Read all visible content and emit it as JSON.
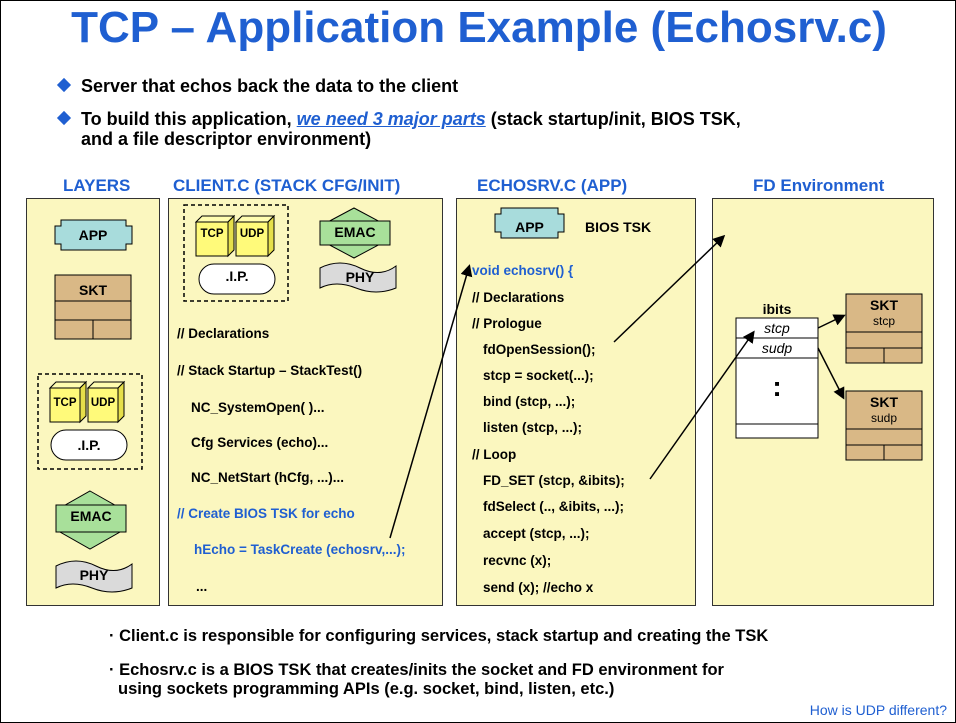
{
  "title": "TCP – Application Example (Echosrv.c)",
  "bullets": [
    {
      "text": "Server that echos back the data to the client"
    },
    {
      "pre": "To build this application, ",
      "link": "we need 3 major parts",
      "post_line1": " (stack startup/init, BIOS TSK,",
      "post_line2": "and a file descriptor environment)"
    }
  ],
  "columns": {
    "layers": "LAYERS",
    "client": "CLIENT.C (STACK CFG/INIT)",
    "echosrv": "ECHOSRV.C (APP)",
    "fd": "FD Environment"
  },
  "layers_panel": {
    "app": "APP",
    "skt": "SKT",
    "tcp": "TCP",
    "udp": "UDP",
    "ip": ".I.P.",
    "emac": "EMAC",
    "phy": "PHY"
  },
  "client_panel": {
    "tcp": "TCP",
    "udp": "UDP",
    "ip": ".I.P.",
    "emac": "EMAC",
    "phy": "PHY",
    "lines": [
      "// Declarations",
      "// Stack Startup – StackTest()",
      "NC_SystemOpen( )...",
      "Cfg Services (echo)...",
      "NC_NetStart (hCfg, ...)...",
      "// Create BIOS TSK for echo",
      "hEcho = TaskCreate (echosrv,...);",
      "..."
    ]
  },
  "echosrv_panel": {
    "app": "APP",
    "bios_tsk": "BIOS TSK",
    "lines": [
      "void echosrv() {",
      "// Declarations",
      "// Prologue",
      "fdOpenSession();",
      "stcp = socket(...);",
      "bind (stcp, ...);",
      "listen (stcp, ...);",
      "// Loop",
      "FD_SET (stcp, &ibits);",
      "fdSelect (.., &ibits, ...);",
      "accept (stcp, ...);",
      "recvnc (x);",
      "send (x); //echo x"
    ]
  },
  "fd_panel": {
    "ibits": "ibits",
    "stcp": "stcp",
    "sudp": "sudp",
    "dots": ":",
    "skt": "SKT",
    "skt1_sub": "stcp",
    "skt2_sub": "sudp"
  },
  "notes": [
    "Client.c is responsible for configuring services, stack startup and creating the TSK",
    "Echosrv.c is a BIOS TSK that creates/inits the socket and FD environment for",
    "using sockets programming APIs (e.g. socket, bind, listen, etc.)"
  ],
  "footer": "How is UDP different?",
  "colors": {
    "title_blue": "#1f5fd1",
    "panel_fill": "#fbf7bf",
    "app_fill": "#a8dcdc",
    "skt_fill": "#d9b886",
    "tcp_fill": "#fffa7a",
    "emac_fill": "#a8e09a",
    "phy_fill": "#dadada"
  }
}
